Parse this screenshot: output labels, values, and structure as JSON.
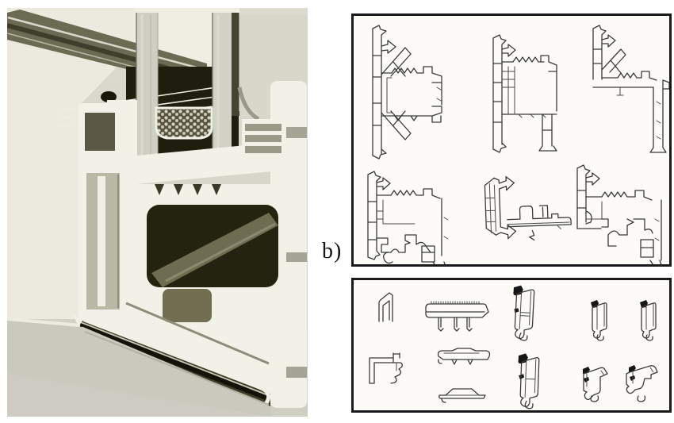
{
  "figure": {
    "part_label": "b)"
  },
  "colors": {
    "page_bg": "#ffffff",
    "panel_border": "#1a1a1a",
    "panel_bg": "#fcfbf7",
    "line_art": "#3a3a3a",
    "photo_bg": "#d9d8cd",
    "photo_white_pvc": "#f2f1e8",
    "photo_olive_frame": "#6b6a52",
    "photo_dark_cavity": "#24230f",
    "photo_glass": "#cfcec2",
    "photo_wall": "#cac9be",
    "gasket_black": "#161616"
  },
  "photo_panel": {
    "name": "window-corner-cutaway-photo"
  },
  "profiles_panel": {
    "items": [
      {
        "name": "mullion-profile"
      },
      {
        "name": "sash-frame-profile"
      },
      {
        "name": "corner-step-profile"
      },
      {
        "name": "frame-profile-left"
      },
      {
        "name": "sill-adapter-profile"
      },
      {
        "name": "frame-profile-right"
      }
    ]
  },
  "accessories_panel": {
    "items": [
      {
        "name": "u-channel-profile"
      },
      {
        "name": "hooked-strip-profile"
      },
      {
        "name": "glazing-bead-large"
      },
      {
        "name": "glazing-bead-small-1"
      },
      {
        "name": "glazing-bead-small-2"
      },
      {
        "name": "f-profile"
      },
      {
        "name": "flat-bead-profile"
      },
      {
        "name": "cover-bead-profile"
      },
      {
        "name": "glazing-bead-large-2"
      },
      {
        "name": "glazing-bead-angled-1"
      },
      {
        "name": "glazing-bead-angled-2"
      }
    ]
  }
}
